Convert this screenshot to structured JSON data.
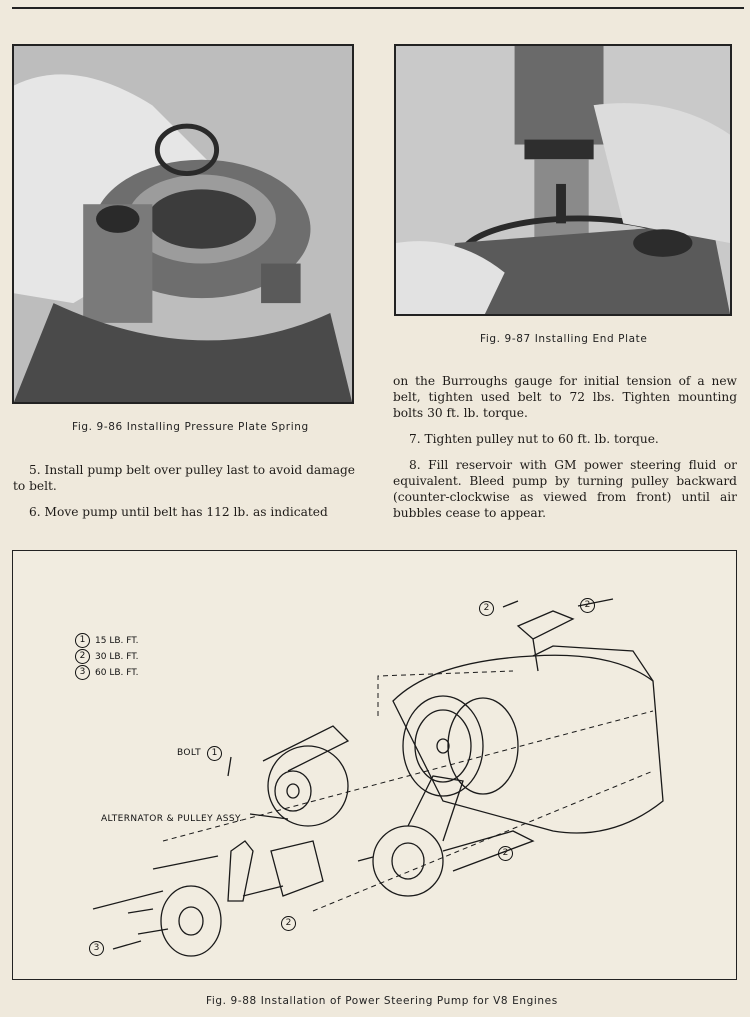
{
  "figures": {
    "fig86": {
      "caption": "Fig. 9-86 Installing Pressure Plate Spring"
    },
    "fig87": {
      "caption": "Fig. 9-87 Installing End Plate"
    },
    "fig88": {
      "caption": "Fig. 9-88 Installation of Power Steering Pump for V8 Engines",
      "legend": [
        {
          "num": "1",
          "text": "15 LB. FT."
        },
        {
          "num": "2",
          "text": "30 LB. FT."
        },
        {
          "num": "3",
          "text": "60 LB. FT."
        }
      ],
      "labels": {
        "bolt": "BOLT",
        "alternator": "ALTERNATOR & PULLEY ASSY."
      },
      "callouts": {
        "c1": "1",
        "c2": "2",
        "c3": "3"
      }
    }
  },
  "text": {
    "step5": "5. Install pump belt over pulley last to avoid damage to belt.",
    "step6": "6. Move pump until belt has 112 lb. as indicated",
    "step6_cont": "on the Burroughs gauge for initial tension of a new belt, tighten used belt to 72 lbs. Tighten mounting bolts 30 ft. lb. torque.",
    "step7": "7. Tighten pulley nut to 60 ft. lb. torque.",
    "step8": "8. Fill reservoir with GM power steering fluid or equivalent. Bleed pump by turning pulley backward (counter-clockwise as viewed from front) until air bubbles cease to appear."
  }
}
